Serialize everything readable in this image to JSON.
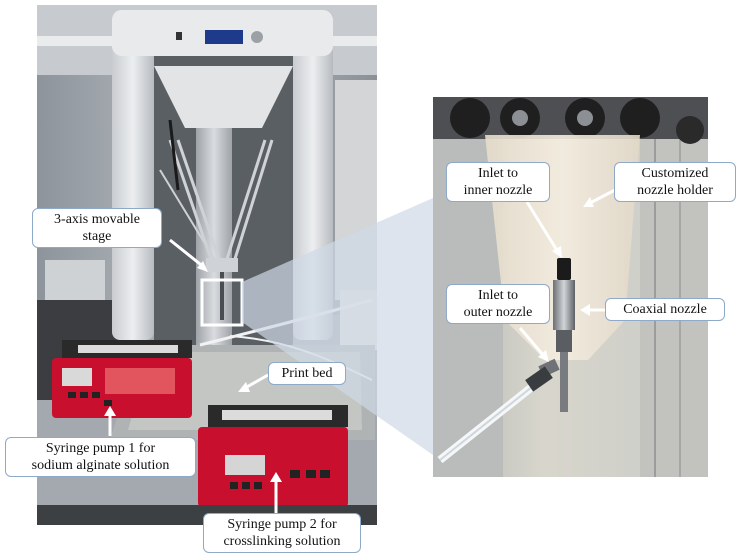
{
  "figure": {
    "left_photo": "3D bioprinter with syringe pumps",
    "right_photo": "Close-up of coaxial nozzle assembly",
    "colors": {
      "callout_border": "#8fa9c8",
      "arrow": "#ffffff",
      "zoom_wedge": "#cfd9e6",
      "pump_red": "#c8102e",
      "highlight_box": "#ffffff"
    }
  },
  "labels": {
    "stage": "3-axis movable stage",
    "stage_line1": "3-axis movable",
    "stage_line2": "stage",
    "print_bed": "Print bed",
    "pump1_line1": "Syringe pump 1 for",
    "pump1_line2": "sodium alginate solution",
    "pump2_line1": "Syringe pump 2 for",
    "pump2_line2": "crosslinking solution",
    "inlet_inner_line1": "Inlet to",
    "inlet_inner_line2": "inner nozzle",
    "holder_line1": "Customized",
    "holder_line2": "nozzle holder",
    "coaxial": "Coaxial nozzle",
    "inlet_outer_line1": "Inlet to",
    "inlet_outer_line2": "outer nozzle"
  }
}
